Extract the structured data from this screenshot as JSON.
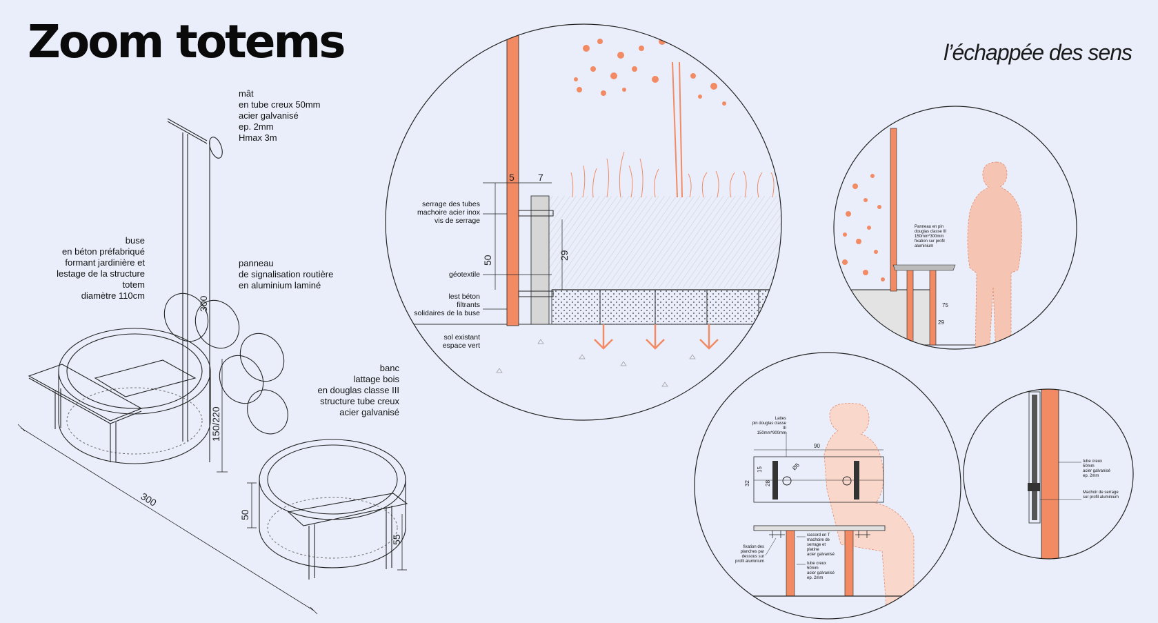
{
  "header": {
    "title": "Zoom totems",
    "subtitle": "l’échappée des sens"
  },
  "axo": {
    "mat": [
      "mât",
      "en tube creux 50mm",
      "acier galvanisé",
      "ep. 2mm",
      "Hmax 3m"
    ],
    "buse": [
      "buse",
      "en béton préfabriqué",
      "formant jardinière et",
      "lestage de la structure",
      "totem",
      "diamètre 110cm"
    ],
    "panneau": [
      "panneau",
      "de signalisation routière",
      "en aluminium laminé"
    ],
    "banc": [
      "banc",
      "lattage bois",
      "en douglas classe III",
      "structure tube creux",
      "acier galvanisé"
    ],
    "dims": {
      "d300a": "300",
      "d150": "150/220",
      "d300b": "300",
      "d50": "50",
      "d55": "55"
    }
  },
  "section": {
    "labels": {
      "serrage": [
        "serrage des tubes",
        "machoire acier inox",
        "vis de serrage"
      ],
      "geotextile": "géotextile",
      "lest": [
        "lest béton",
        "filtrants",
        "solidaires de la buse"
      ],
      "sol": [
        "sol existant",
        "espace vert"
      ]
    },
    "dims": {
      "d5": "5",
      "d7": "7",
      "d50": "50",
      "d29": "29"
    }
  },
  "person_view": {
    "note": [
      "Panneau en pin",
      "douglas classe III",
      "150mm*300mm",
      "fixation sur profil",
      "aluminium"
    ],
    "dims": {
      "d75": "75",
      "d29": "29"
    }
  },
  "bench_detail": {
    "lattes": [
      "Lattes",
      "pin douglas classe",
      "III",
      "150mm*900mm"
    ],
    "dims": {
      "d90": "90",
      "d15": "15",
      "d32": "32",
      "d28": "28",
      "d5": "Ø5"
    },
    "raccord": [
      "raccord en T",
      "machoire de",
      "serrage et",
      "platine",
      "acier galvanisé"
    ],
    "tube": [
      "tube creux",
      "50mm",
      "acier galvanisé",
      "ep. 2mm"
    ],
    "fixation": [
      "fixation des",
      "planches par",
      "dessous sur",
      "profil aluminium"
    ]
  },
  "tube_detail": {
    "tube": [
      "tube creux",
      "50mm",
      "acier galvanisé",
      "ep. 2mm"
    ],
    "machoir": [
      "Machoir de serrage",
      "sur profil aluminium"
    ]
  },
  "colors": {
    "background": "#e9eefa",
    "accent": "#f28a63",
    "line": "#222222",
    "person": "#f6c4b2"
  }
}
